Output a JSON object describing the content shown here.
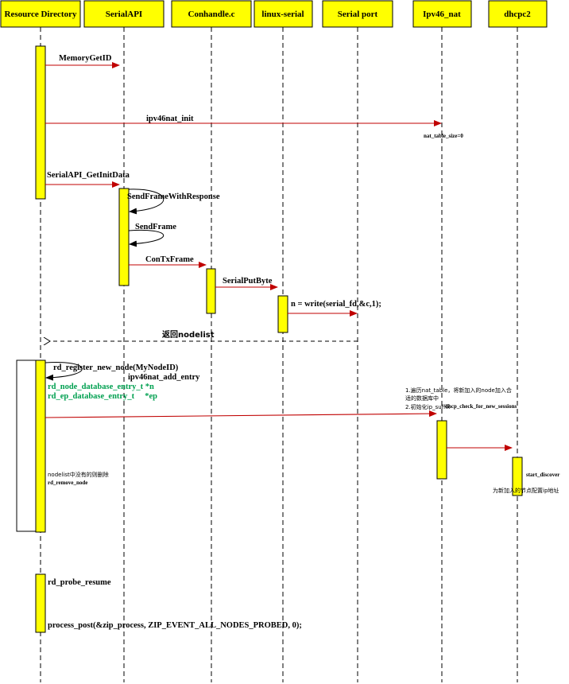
{
  "participants": [
    "Resource Directory",
    "SerialAPI",
    "Conhandle.c",
    "linux-serial",
    "Serial port",
    "Ipv46_nat",
    "dhcpc2"
  ],
  "messages": {
    "memory_get_id": "MemoryGetID",
    "ipv46nat_init": "ipv46nat_init",
    "nat_table_size": "nat_table_size=0",
    "serialapi_getinitdata": "SerialAPI_GetInitData",
    "send_frame_with_response": "SendFrameWithResponse",
    "send_frame": "SendFrame",
    "con_tx_frame": "ConTxFrame",
    "serial_put_byte": "SerialPutByte",
    "write_call": "n = write(serial_fd,&c,1);",
    "return_nodelist": "返回nodelist",
    "rd_register_new_node": "rd_register_new_node(MyNodeID)",
    "ipv46nat_add_entry": "ipv46nat_add_entry",
    "rd_node_db_entry": "rd_node_database_entry_t  *n",
    "rd_ep_db_entry": "rd_ep_database_entry_t     *ep",
    "nat_note_line1": "1.遍历nat_table，将新加入的node加入合",
    "nat_note_line2": "适的数据库中",
    "nat_note_line3": "2.初始化ip_suffix",
    "dhcp_check": "dhcp_check_for_new_sessions",
    "start_discover": "start_discover",
    "dhcp_note": "为新加入的节点配置ip地址",
    "nodelist_note": "nodelist中没有的则删除",
    "rd_remove_node": "rd_remove_node",
    "rd_probe_resume": "rd_probe_resume",
    "process_post": "process_post(&zip_process, ZIP_EVENT_ALL_NODES_PROBED, 0);"
  },
  "colors": {
    "participant_fill": "#ffff00",
    "message_arrow": "#c00000",
    "green_text": "#00a050"
  }
}
